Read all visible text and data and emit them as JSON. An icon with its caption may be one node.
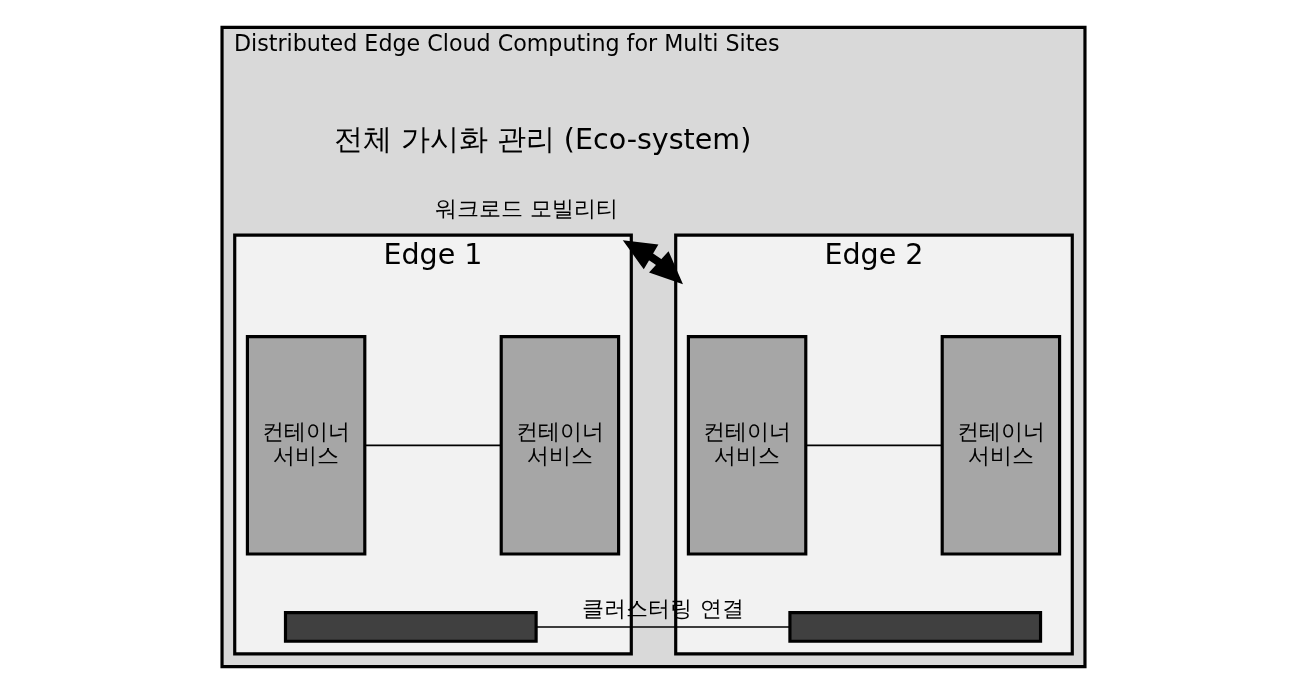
{
  "diagram": {
    "nodes": [
      {
        "text": [
          "Distributed Edge Cloud Computing for Multi Sites"
        ]
      },
      {
        "text": [
          "Edge 1"
        ],
        "in": 0
      },
      {
        "text": [
          "컨테이너",
          "서비스"
        ],
        "in": 1
      },
      {
        "text": [
          "컨테이너",
          "서비스"
        ],
        "in": 1
      },
      {
        "text": [],
        "shape": "bar",
        "in": 1
      },
      {
        "text": [
          "Edge 2"
        ],
        "in": 0
      },
      {
        "text": [
          "컨테이너",
          "서비스"
        ],
        "in": 5
      },
      {
        "text": [
          "컨테이너",
          "서비스"
        ],
        "in": 5
      },
      {
        "text": [],
        "shape": "bar",
        "in": 5
      }
    ],
    "edges": [
      {
        "from": 2,
        "to": 3,
        "arrow": "none"
      },
      {
        "from": 1,
        "to": 5,
        "arrow": "both",
        "label": "워크로드 모빌리티",
        "style": "thick"
      },
      {
        "from": 6,
        "to": 7,
        "arrow": "none"
      },
      {
        "from": 4,
        "to": 8,
        "arrow": "none",
        "label": "클러스터링 연결"
      }
    ],
    "labels": [
      "전체 가시화 관리 (Eco-system)"
    ]
  }
}
